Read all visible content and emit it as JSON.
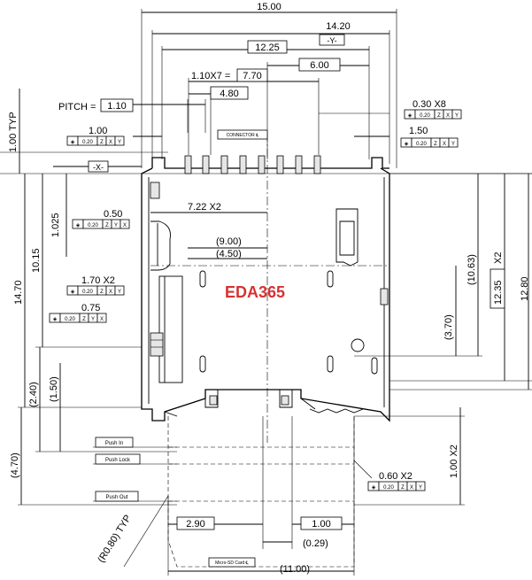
{
  "dimensions": {
    "overall_width": "15.00",
    "width_1420": "14.20",
    "datum_y": "-Y-",
    "width_1225": "12.25",
    "width_600": "6.00",
    "pitch_times": "1.10X7 =",
    "pitch_total": "7.70",
    "width_480": "4.80",
    "pitch_label": "PITCH =",
    "pitch_value": "1.10",
    "pin_width": "0.30 X8",
    "left_offset": "1.00",
    "right_offset": "1.50",
    "top_typ": "1.00 TYP",
    "datum_x": "-X-",
    "left_1025": "1.025",
    "left_1015": "10.15",
    "left_1470": "14.70",
    "offset_050": "0.50",
    "width_722": "7.22 X2",
    "ref_900": "(9.00)",
    "ref_450": "(4.50)",
    "offset_170": "1.70 X2",
    "offset_075": "0.75",
    "ref_1063": "(10.63)",
    "times_x2": "X2",
    "height_1235": "12.35",
    "height_1280": "12.80",
    "ref_370": "(3.70)",
    "ref_240": "(2.40)",
    "ref_150": "(1.50)",
    "ref_470": "(4.70)",
    "eject_100": "1.00 X2",
    "foot_060": "0.60 X2",
    "radius": "(R0.80) TYP",
    "bottom_290": "2.90",
    "bottom_100": "1.00",
    "ref_029": "(0.29)",
    "ref_1100": "(11.00)"
  },
  "tolerances": {
    "value": "0.20",
    "zxy": [
      "Z",
      "X",
      "Y"
    ],
    "zyx": [
      "Z",
      "Y",
      "X"
    ]
  },
  "labels": {
    "connector": "CONNECTOR ℄",
    "push_in": "Push In",
    "push_lock": "Push Lock",
    "push_out": "Push Out",
    "card": "Micro-SD Card ℄",
    "watermark": "EDA365"
  }
}
